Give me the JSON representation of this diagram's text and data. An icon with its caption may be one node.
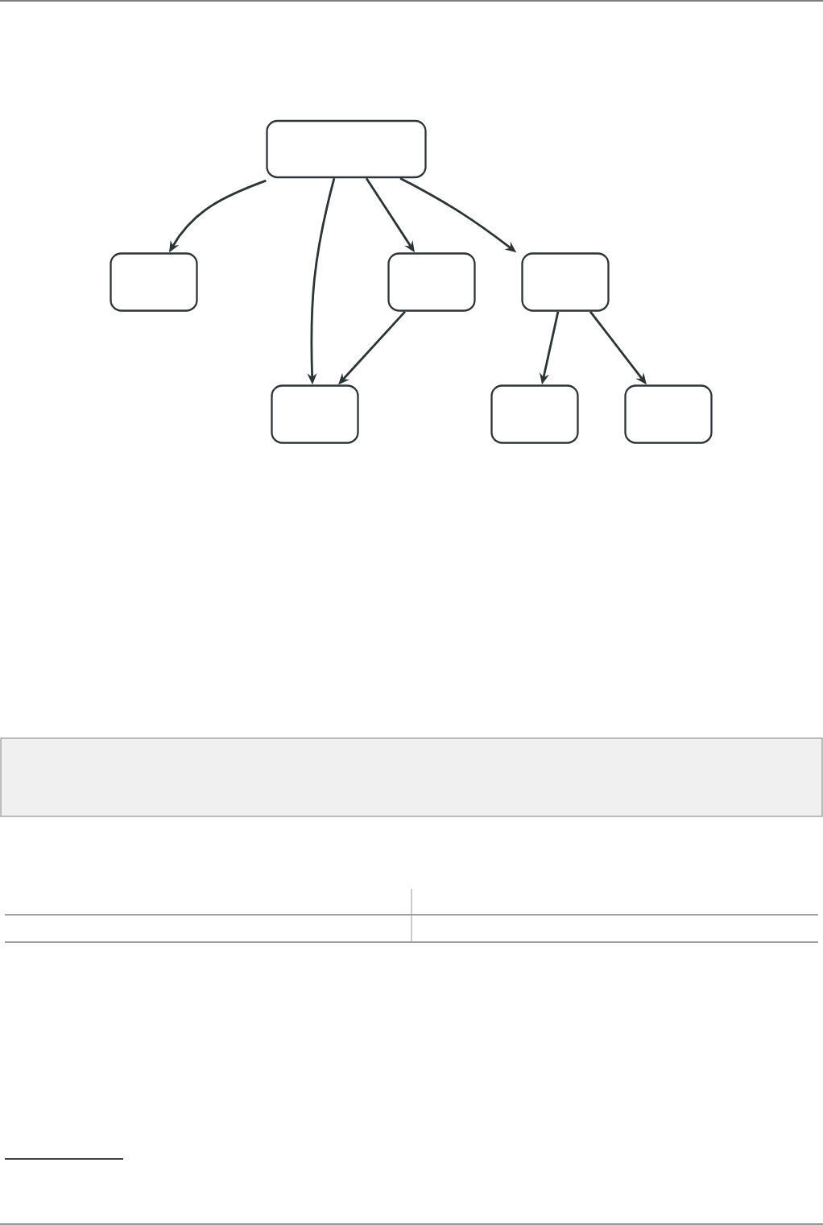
{
  "diagram": {
    "nodes": [
      {
        "text": [],
        "shape": "box"
      },
      {
        "text": [],
        "shape": "box"
      },
      {
        "text": [],
        "shape": "box"
      },
      {
        "text": [],
        "shape": "box"
      },
      {
        "text": [],
        "shape": "box"
      },
      {
        "text": [],
        "shape": "box"
      },
      {
        "text": [],
        "shape": "box"
      }
    ],
    "edges": [
      {
        "from": 0,
        "to": 1,
        "arrow": "to"
      },
      {
        "from": 0,
        "to": 4,
        "arrow": "to"
      },
      {
        "from": 0,
        "to": 2,
        "arrow": "to"
      },
      {
        "from": 0,
        "to": 3,
        "arrow": "to"
      },
      {
        "from": 2,
        "to": 4,
        "arrow": "to"
      },
      {
        "from": 3,
        "to": 5,
        "arrow": "to"
      },
      {
        "from": 3,
        "to": 6,
        "arrow": "to"
      }
    ]
  }
}
